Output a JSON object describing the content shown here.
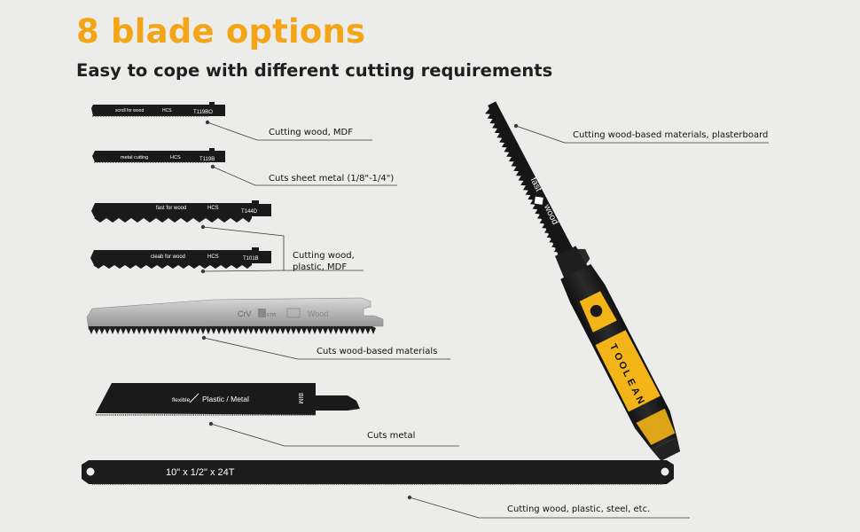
{
  "headline": "8 blade options",
  "subheadline": "Easy to cope with different cutting requirements",
  "colors": {
    "accent": "#f3a516",
    "background": "#ececeb",
    "blade": "#1a1a1a",
    "steel": "#b9b9b9",
    "handle_yellow": "#f2b416"
  },
  "blades": [
    {
      "callout": "Cutting wood, MDF",
      "markings": {
        "use": "scroll for wood",
        "material": "HCS",
        "code": "T119BO"
      }
    },
    {
      "callout": "Cuts sheet metal (1/8\"-1/4\")",
      "markings": {
        "use": "metal cutting",
        "material": "HCS",
        "code": "T119B"
      }
    },
    {
      "callout_lines": [
        "Cutting wood,",
        "plastic, MDF"
      ],
      "markings": {
        "use": "fast for wood",
        "material": "HCS",
        "code": "T144D"
      }
    },
    {
      "markings": {
        "use": "cleab for wood",
        "material": "HCS",
        "code": "T101B"
      }
    },
    {
      "callout": "Cuts wood-based materials",
      "markings": {
        "material": "CrV",
        "tpi": "6TPI",
        "use": "Wood"
      }
    },
    {
      "callout": "Cuts metal",
      "markings": {
        "use": "flexible",
        "material_text": "Plastic / Metal",
        "code": "BIM"
      }
    },
    {
      "callout": "Cutting wood, plastic, steel, etc.",
      "markings": {
        "size": "10\" x 1/2\" x 24T"
      }
    }
  ],
  "handsaw": {
    "callout": "Cutting wood-based materials, plasterboard",
    "blade_text": [
      "fast",
      "wood"
    ],
    "brand": "TOOLEAN",
    "logo_letters": [
      "T",
      "O",
      "O",
      "L",
      "E",
      "A",
      "N"
    ]
  }
}
